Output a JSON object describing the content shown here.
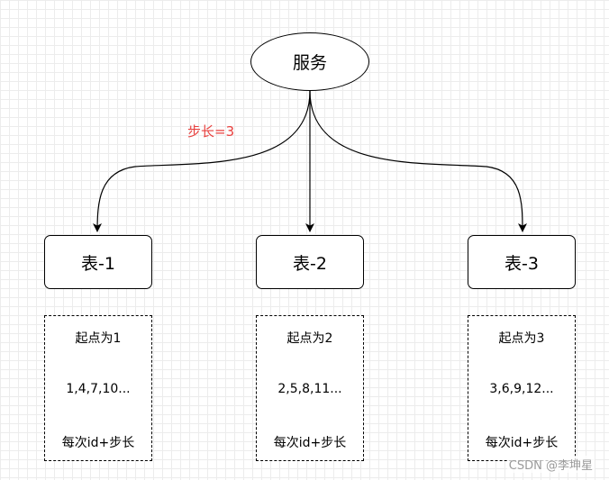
{
  "service": {
    "label": "服务"
  },
  "step_label": "步长=3",
  "tables": [
    {
      "label": "表-1",
      "start": "起点为1",
      "sequence": "1,4,7,10...",
      "rule": "每次id+步长"
    },
    {
      "label": "表-2",
      "start": "起点为2",
      "sequence": "2,5,8,11...",
      "rule": "每次id+步长"
    },
    {
      "label": "表-3",
      "start": "起点为3",
      "sequence": "3,6,9,12...",
      "rule": "每次id+步长"
    }
  ],
  "watermark": "CSDN @李坤星",
  "colors": {
    "accent": "#e8413f",
    "stroke": "#000000",
    "grid": "#ececec"
  }
}
